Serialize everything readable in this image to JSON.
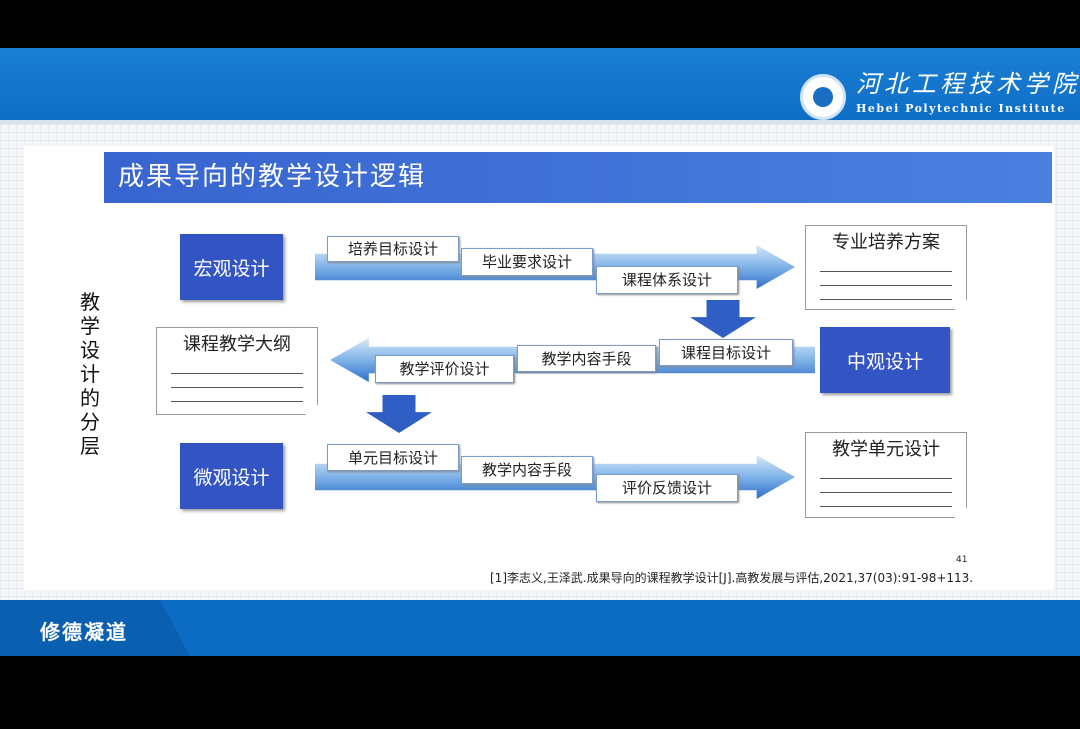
{
  "header": {
    "school_cn": "河北工程技术学院",
    "school_en": "Hebei Polytechnic Institute"
  },
  "slide": {
    "title": "成果导向的教学设计逻辑",
    "side_label": "教学设计的分层",
    "rows": [
      {
        "level": "宏观设计",
        "steps": [
          "培养目标设计",
          "毕业要求设计",
          "课程体系设计"
        ],
        "output": "专业培养方案"
      },
      {
        "level": "中观设计",
        "steps": [
          "课程目标设计",
          "教学内容手段",
          "教学评价设计"
        ],
        "output": "课程教学大纲"
      },
      {
        "level": "微观设计",
        "steps": [
          "单元目标设计",
          "教学内容手段",
          "评价反馈设计"
        ],
        "output": "教学单元设计"
      }
    ],
    "page_number": "41",
    "citation": "[1]李志义,王泽武.成果导向的课程教学设计[J].高教发展与评估,2021,37(03):91-98+113."
  },
  "footer": {
    "motto": "修德凝道"
  }
}
